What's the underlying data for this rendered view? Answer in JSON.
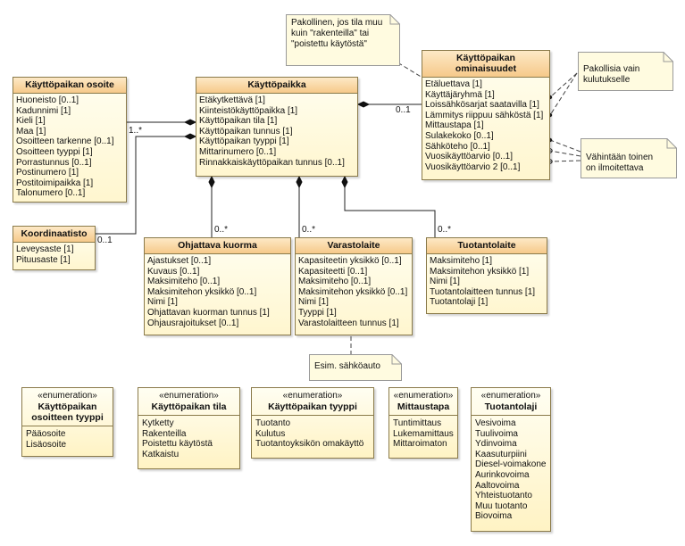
{
  "classes": {
    "osoite": {
      "title": "Käyttöpaikan osoite",
      "attributes": [
        "Huoneisto [0..1]",
        "Kadunnimi [1]",
        "Kieli [1]",
        "Maa [1]",
        "Osoitteen tarkenne [0..1]",
        "Osoitteen tyyppi [1]",
        "Porrastunnus [0..1]",
        "Postinumero [1]",
        "Postitoimipaikka [1]",
        "Talonumero [0..1]"
      ]
    },
    "kayttopaikka": {
      "title": "Käyttöpaikka",
      "attributes": [
        "Etäkytkettävä [1]",
        "Kiinteistökäyttöpaikka [1]",
        "Käyttöpaikan tila [1]",
        "Käyttöpaikan tunnus [1]",
        "Käyttöpaikan tyyppi [1]",
        "Mittarinumero [0..1]",
        "Rinnakkaiskäyttöpaikan tunnus [0..1]"
      ]
    },
    "ominaisuudet": {
      "title": "Käyttöpaikan\nominaisuudet",
      "attributes": [
        "Etäluettava [1]",
        "Käyttäjäryhmä [1]",
        "Loissähkösarjat saatavilla [1]",
        "Lämmitys riippuu sähköstä [1]",
        "Mittaustapa [1]",
        "Sulakekoko [0..1]",
        "Sähköteho [0..1]",
        "Vuosikäyttöarvio [0..1]",
        "Vuosikäyttöarvio 2 [0..1]"
      ]
    },
    "koordinaatisto": {
      "title": "Koordinaatisto",
      "attributes": [
        "Leveysaste [1]",
        "Pituusaste [1]"
      ]
    },
    "ohjattava": {
      "title": "Ohjattava kuorma",
      "attributes": [
        "Ajastukset [0..1]",
        "Kuvaus [0..1]",
        "Maksimiteho [0..1]",
        "Maksimitehon yksikkö [0..1]",
        "Nimi [1]",
        "Ohjattavan kuorman tunnus [1]",
        "Ohjausrajoitukset [0..1]"
      ]
    },
    "varasto": {
      "title": "Varastolaite",
      "attributes": [
        "Kapasiteetin yksikkö [0..1]",
        "Kapasiteetti [0..1]",
        "Maksimiteho [0..1]",
        "Maksimitehon yksikkö [0..1]",
        "Nimi [1]",
        "Tyyppi [1]",
        "Varastolaitteen tunnus [1]"
      ]
    },
    "tuotanto": {
      "title": "Tuotantolaite",
      "attributes": [
        "Maksimiteho [1]",
        "Maksimitehon yksikkö [1]",
        "Nimi [1]",
        "Tuotantolaitteen tunnus [1]",
        "Tuotantolaji [1]"
      ]
    }
  },
  "enumerations": [
    {
      "stereotype": "«enumeration»",
      "name": "Käyttöpaikan\nosoitteen tyyppi",
      "values": [
        "Pääosoite",
        "Lisäosoite"
      ]
    },
    {
      "stereotype": "«enumeration»",
      "name": "Käyttöpaikan tila",
      "values": [
        "Kytketty",
        "Rakenteilla",
        "Poistettu käytöstä",
        "Katkaistu"
      ]
    },
    {
      "stereotype": "«enumeration»",
      "name": "Käyttöpaikan tyyppi",
      "values": [
        "Tuotanto",
        "Kulutus",
        "Tuotantoyksikön omakäyttö"
      ]
    },
    {
      "stereotype": "«enumeration»",
      "name": "Mittaustapa",
      "values": [
        "Tuntimittaus",
        "Lukemamittaus",
        "Mittaroimaton"
      ]
    },
    {
      "stereotype": "«enumeration»",
      "name": "Tuotantolaji",
      "values": [
        "Vesivoima",
        "Tuulivoima",
        "Ydinvoima",
        "Kaasuturpiini",
        "Diesel-voimakone",
        "Aurinkovoima",
        "Aaltovoima",
        "Yhteistuotanto",
        "Muu tuotanto",
        "Biovoima"
      ]
    }
  ],
  "notes": {
    "pakollinen_tila": "Pakollinen, jos tila muu\nkuin \"rakenteilla\" tai\n\"poistettu käytöstä\"",
    "pakollisia_kulutus": "Pakollisia vain\nkulutukselle",
    "vahintaan": "Vähintään toinen\non ilmoitettava",
    "esim": "Esim. sähköauto"
  },
  "multiplicities": {
    "osoite": "1..*",
    "koordinaatisto": "0..1",
    "ominaisuudet": "0..1",
    "ohjattava": "0..*",
    "varasto": "0..*",
    "tuotanto": "0..*"
  }
}
